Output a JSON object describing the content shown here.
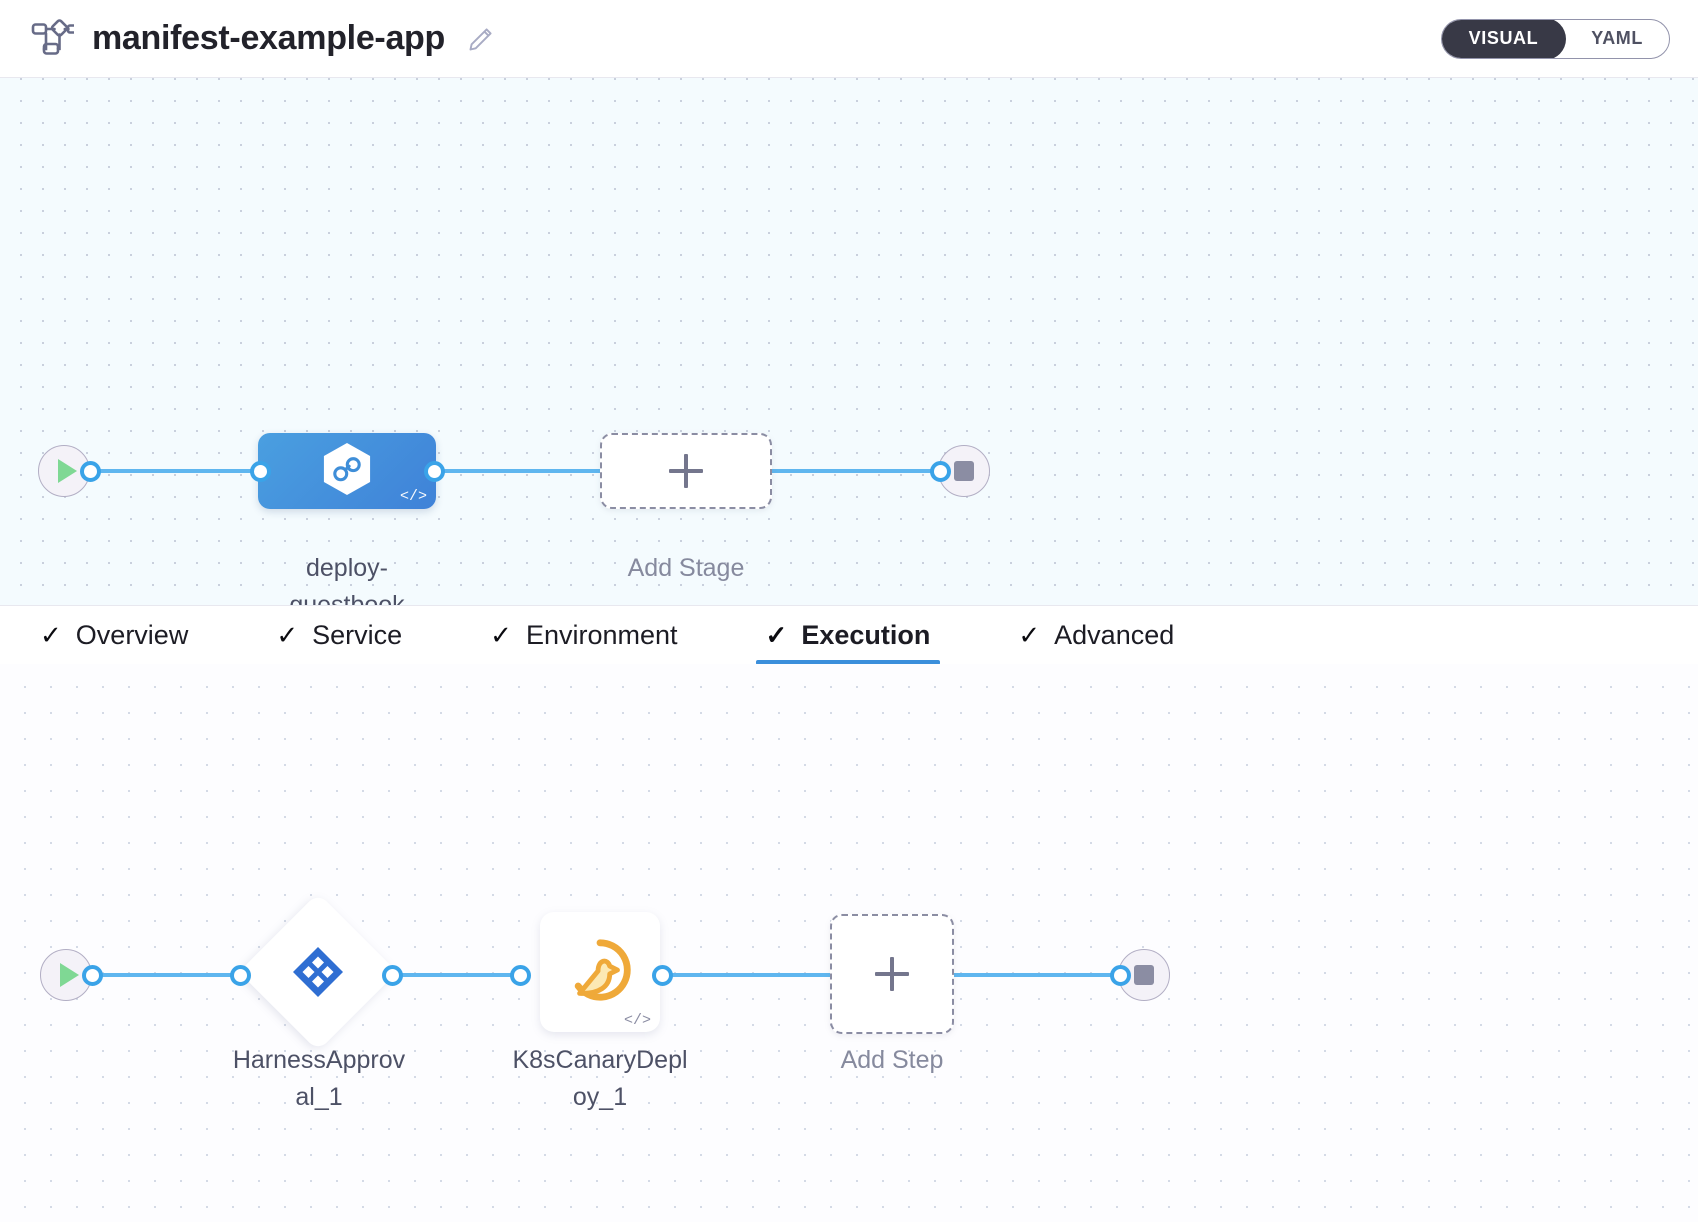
{
  "header": {
    "pipeline_icon": "pipeline-flowchart-icon",
    "title": "manifest-example-app",
    "edit_icon": "pencil-edit-icon",
    "view_toggle": {
      "options": [
        {
          "label": "VISUAL",
          "active": true
        },
        {
          "label": "YAML",
          "active": false
        }
      ],
      "active_bg": "#383946",
      "border_color": "#9293ab"
    }
  },
  "stage_canvas": {
    "start_node": {
      "icon": "play-icon",
      "color": "#7fd894"
    },
    "stage": {
      "label": "deploy-\nguestbook",
      "icon": "harness-cd-hexagon-icon",
      "badge": "</>",
      "color": "#3f8ed8"
    },
    "add_stage": {
      "label": "Add Stage",
      "icon": "plus-icon"
    },
    "end_node": {
      "icon": "stop-icon",
      "color": "#8b8da3"
    },
    "edge_color": "#5fb6ef"
  },
  "tabs": [
    {
      "label": "Overview",
      "check": "✓",
      "active": false
    },
    {
      "label": "Service",
      "check": "✓",
      "active": false
    },
    {
      "label": "Environment",
      "check": "✓",
      "active": false
    },
    {
      "label": "Execution",
      "check": "✓",
      "active": true
    },
    {
      "label": "Advanced",
      "check": "✓",
      "active": false
    }
  ],
  "active_tab_underline_color": "#3b8fdb",
  "steps_canvas": {
    "start_node": {
      "icon": "play-icon",
      "color": "#7fd894"
    },
    "steps": [
      {
        "name": "HarnessApprov\nal_1",
        "icon": "harness-approval-icon",
        "shape": "diamond",
        "color": "#2f6ed2"
      },
      {
        "name": "K8sCanaryDepl\noy_1",
        "icon": "canary-bird-icon",
        "shape": "rounded-square",
        "color": "#efa939",
        "badge": "</>"
      }
    ],
    "add_step": {
      "label": "Add Step",
      "icon": "plus-icon"
    },
    "end_node": {
      "icon": "stop-icon",
      "color": "#8b8da3"
    },
    "edge_color": "#5fb6ef"
  }
}
